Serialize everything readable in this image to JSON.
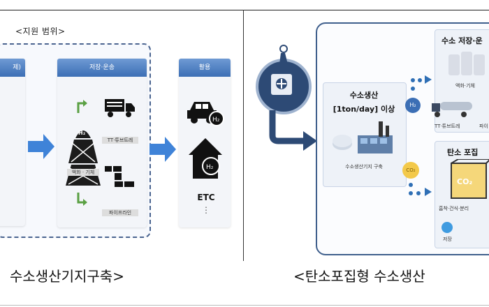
{
  "left": {
    "scope_label": "<지원 범위>",
    "panel1_head": "제)",
    "panel2_head": "저장·운송",
    "panel3_head": "활용",
    "h2_badge": "H₂",
    "facility_label": "액화 · 기체",
    "truck_label": "TT·튜브트레",
    "pipeline_label": "파이프라인",
    "etc_label": "ETC",
    "ellipsis": "⋮",
    "caption": "수소생산기지구축>"
  },
  "right": {
    "prod_title": "수소생산",
    "prod_capacity": "[1ton/day] 이상",
    "prod_sub": "수소생산기지 구축",
    "storage_head": "수소 저장·운",
    "storage_sub1": "액화·기체",
    "storage_sub2": "TT·튜브트레",
    "storage_sub3": "파이",
    "capture_head": "탄소 포집",
    "capture_co2": "CO₂",
    "capture_sub": "흡착·건식·분리",
    "store_label": "저장",
    "h2_bubble": "H₂",
    "co2_bubble": "CO₂",
    "caption": "<탄소포집형  수소생산"
  },
  "colors": {
    "accent_blue": "#3c6fb5",
    "dark_navy": "#2d4a75",
    "arrow_blue": "#3f83d8"
  }
}
